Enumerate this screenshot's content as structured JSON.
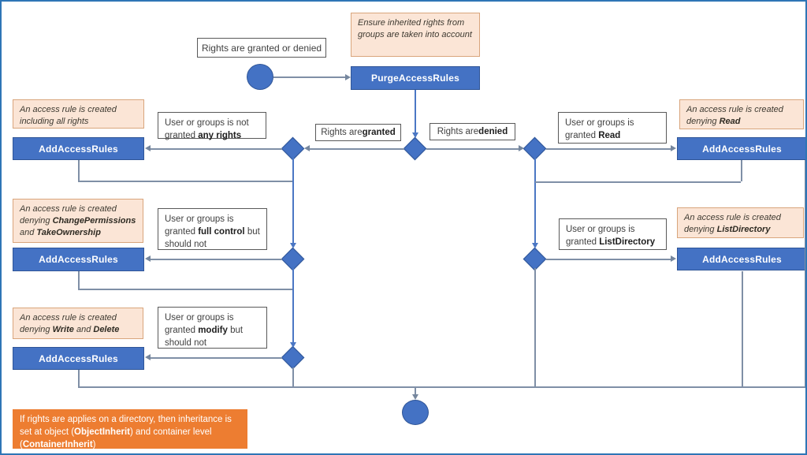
{
  "colors": {
    "process_fill": "#4472C4",
    "process_border": "#2F5597",
    "note_fill": "#FBE5D6",
    "note_border": "#D9A57C",
    "footer_fill": "#ED7D31",
    "connector_gray": "#7F8FA6",
    "connector_blue": "#4B77C4",
    "frame": "#2E75B6"
  },
  "nodes": {
    "note_inherit": {
      "text": "Ensure inherited rights from groups are taken into account"
    },
    "label_granted_denied": {
      "text": "Rights are granted or denied"
    },
    "purge": {
      "label": "PurgeAccessRules"
    },
    "add_label": "AddAccessRules",
    "label_granted": {
      "pre": "Rights are ",
      "b": "granted"
    },
    "label_denied": {
      "pre": "Rights are ",
      "b": "denied"
    },
    "note_all_rights": {
      "text": "An access rule is created including all rights"
    },
    "cond_any": {
      "pre": "User or groups is not granted ",
      "b": "any rights"
    },
    "cond_read": {
      "pre": "User or groups is granted ",
      "b": "Read"
    },
    "note_read": {
      "pre": "An access rule is created denying ",
      "b": "Read"
    },
    "note_change": {
      "pre": "An access rule is created denying ",
      "b": "ChangePermissions",
      "mid": " and ",
      "b2": "TakeOwnership"
    },
    "cond_full": {
      "pre": "User or groups is granted ",
      "b": "full control",
      "post": " but should not"
    },
    "note_list": {
      "pre": "An access rule is created denying ",
      "b": "ListDirectory"
    },
    "cond_list": {
      "pre": "User or groups is granted ",
      "b": "ListDirectory"
    },
    "note_write": {
      "pre": "An access rule is created denying ",
      "b": "Write",
      "mid": " and ",
      "b2": "Delete"
    },
    "cond_modify": {
      "pre": "User or groups is granted ",
      "b": "modify",
      "post": " but should not"
    },
    "footer": {
      "p1": "If rights are applies on a directory, then inheritance is set at object (",
      "b1": "ObjectInherit",
      "p2": ") and container level (",
      "b2": "ContainerInherit",
      "p3": ")"
    }
  }
}
